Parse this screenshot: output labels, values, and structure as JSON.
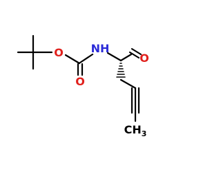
{
  "molecule": {
    "atoms": {
      "o_ester": "O",
      "nh": "NH",
      "o_carbonyl": "O",
      "o_aldehyde": "O",
      "ch3": "CH3"
    },
    "colors": {
      "bond": "#000000",
      "oxygen": "#e0201c",
      "nitrogen": "#2b2bd8",
      "carbon": "#000000"
    }
  }
}
